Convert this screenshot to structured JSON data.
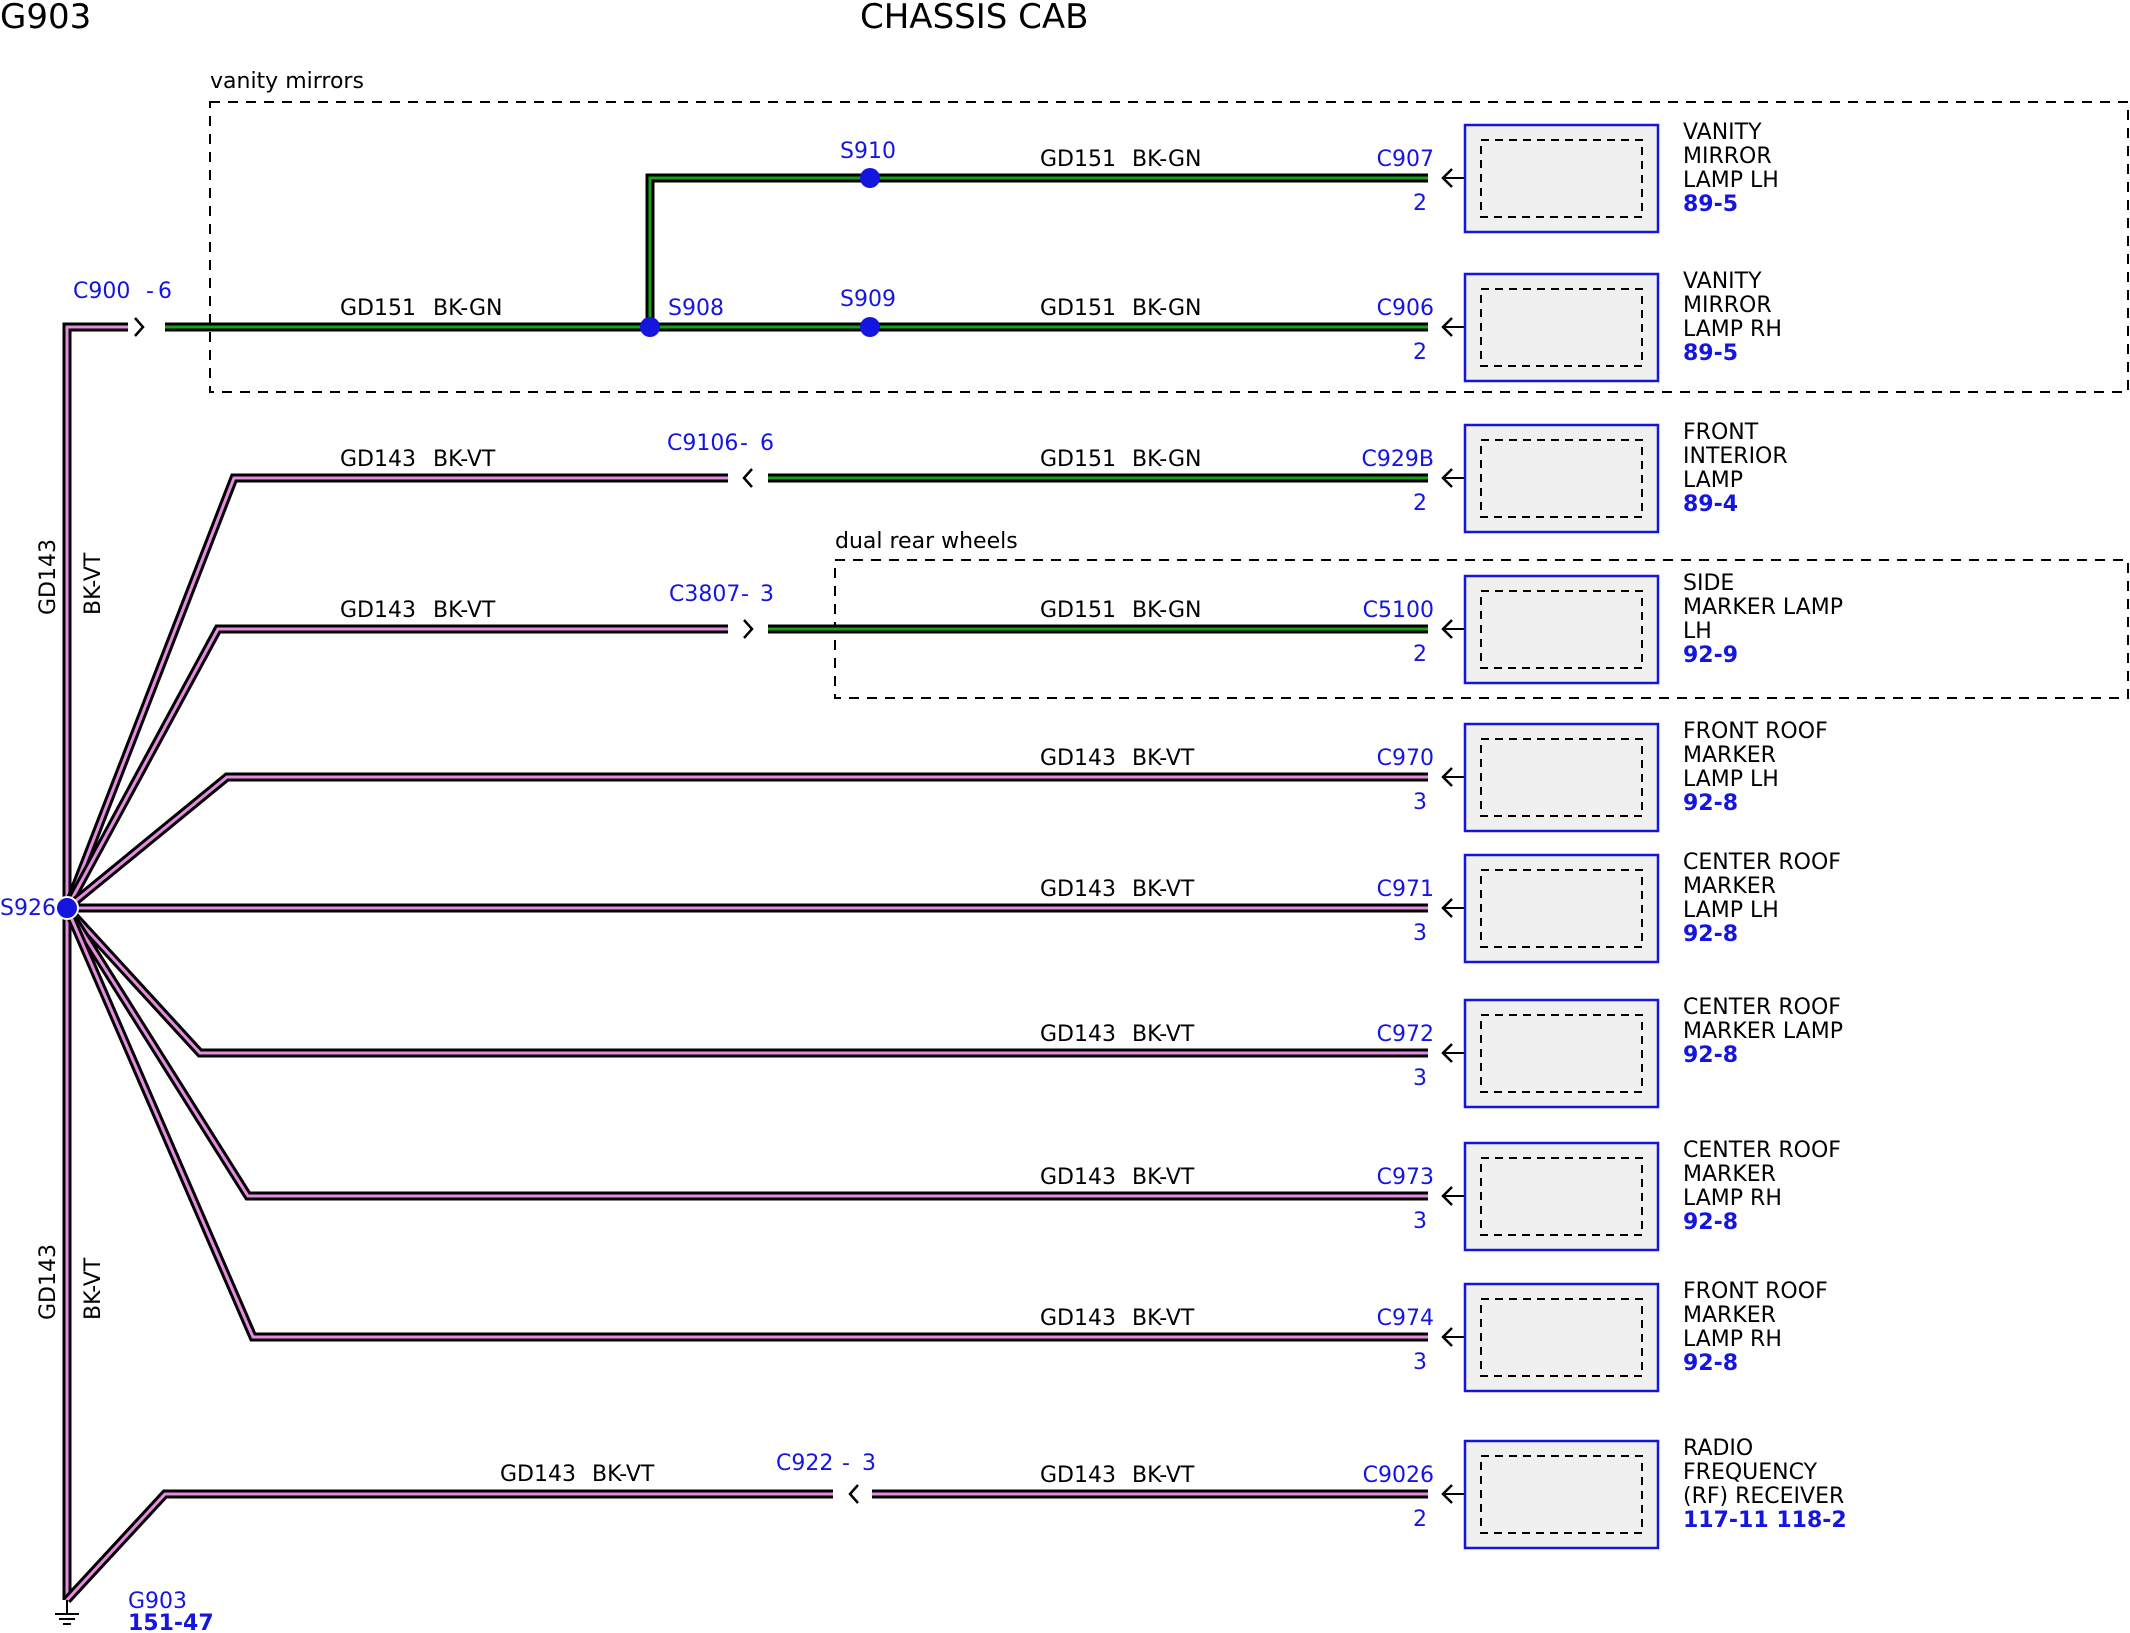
{
  "header": {
    "ground_id": "G903",
    "title": "CHASSIS CAB"
  },
  "colors": {
    "blue": "#1515e0",
    "wire_black": "#000000",
    "stripe_violet": "#e58be0",
    "stripe_green": "#18a018",
    "box_fill": "#f0f0f0"
  },
  "regions": [
    {
      "label": "vanity mirrors"
    },
    {
      "label": "dual rear wheels"
    }
  ],
  "connectors": {
    "c900": "C900",
    "c900_pin": "6",
    "c9106": "C9106",
    "c9106_pin": "6",
    "c3807": "C3807",
    "c3807_pin": "3",
    "c922": "C922",
    "c922_pin": "3"
  },
  "splices": {
    "s910": "S910",
    "s909": "S909",
    "s908": "S908",
    "s926": "S926"
  },
  "vertical_wire": {
    "circuit": "GD143",
    "color": "BK-VT"
  },
  "wires": {
    "gd151": "GD151",
    "bkgn": "BK-GN",
    "gd143": "GD143",
    "bkvt": "BK-VT"
  },
  "ground": {
    "id": "G903",
    "ref": "151-47"
  },
  "components": [
    {
      "connector": "C907",
      "pin": "2",
      "lines": [
        "VANITY",
        "MIRROR",
        "LAMP LH"
      ],
      "refs": "89-5"
    },
    {
      "connector": "C906",
      "pin": "2",
      "lines": [
        "VANITY",
        "MIRROR",
        "LAMP RH"
      ],
      "refs": "89-5"
    },
    {
      "connector": "C929B",
      "pin": "2",
      "lines": [
        "FRONT",
        "INTERIOR",
        "LAMP"
      ],
      "refs": "89-4"
    },
    {
      "connector": "C5100",
      "pin": "2",
      "lines": [
        "SIDE",
        "MARKER LAMP",
        "LH"
      ],
      "refs": "92-9"
    },
    {
      "connector": "C970",
      "pin": "3",
      "lines": [
        "FRONT ROOF",
        "MARKER",
        "LAMP LH"
      ],
      "refs": "92-8"
    },
    {
      "connector": "C971",
      "pin": "3",
      "lines": [
        "CENTER ROOF",
        "MARKER",
        "LAMP LH"
      ],
      "refs": "92-8"
    },
    {
      "connector": "C972",
      "pin": "3",
      "lines": [
        "CENTER ROOF",
        "MARKER LAMP"
      ],
      "refs": "92-8"
    },
    {
      "connector": "C973",
      "pin": "3",
      "lines": [
        "CENTER ROOF",
        "MARKER",
        "LAMP RH"
      ],
      "refs": "92-8"
    },
    {
      "connector": "C974",
      "pin": "3",
      "lines": [
        "FRONT ROOF",
        "MARKER",
        "LAMP RH"
      ],
      "refs": "92-8"
    },
    {
      "connector": "C9026",
      "pin": "2",
      "lines": [
        "RADIO",
        "FREQUENCY",
        "(RF) RECEIVER"
      ],
      "refs": "117-11  118-2"
    }
  ]
}
